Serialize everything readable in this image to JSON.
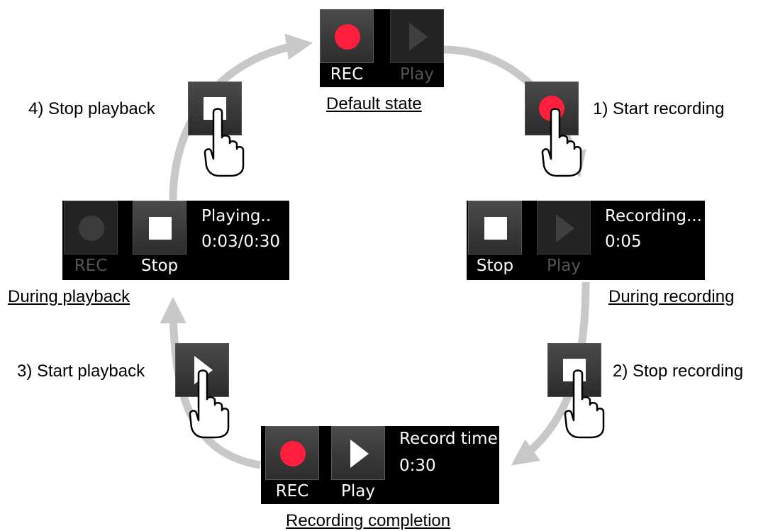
{
  "states": {
    "default": {
      "rec_label": "REC",
      "play_label": "Play",
      "caption": "Default state"
    },
    "during_recording": {
      "stop_label": "Stop",
      "play_label": "Play",
      "status": "Recording...",
      "time": "0:05",
      "caption": "During recording"
    },
    "completion": {
      "rec_label": "REC",
      "play_label": "Play",
      "status": "Record time",
      "time": "0:30",
      "caption": "Recording completion"
    },
    "during_playback": {
      "rec_label": "REC",
      "stop_label": "Stop",
      "status": "Playing..",
      "time": "0:03/0:30",
      "caption": "During playback"
    }
  },
  "steps": {
    "start_recording": "1) Start recording",
    "stop_recording": "2) Stop recording",
    "start_playback": "3) Start playback",
    "stop_playback": "4) Stop playback"
  },
  "colors": {
    "record_red": "#ff1f3d",
    "panel_black": "#000000",
    "arrow_gray": "#c8c8c8"
  },
  "icons": [
    "record-icon",
    "play-icon",
    "stop-icon",
    "hand-pointer-icon",
    "cycle-arrow"
  ]
}
